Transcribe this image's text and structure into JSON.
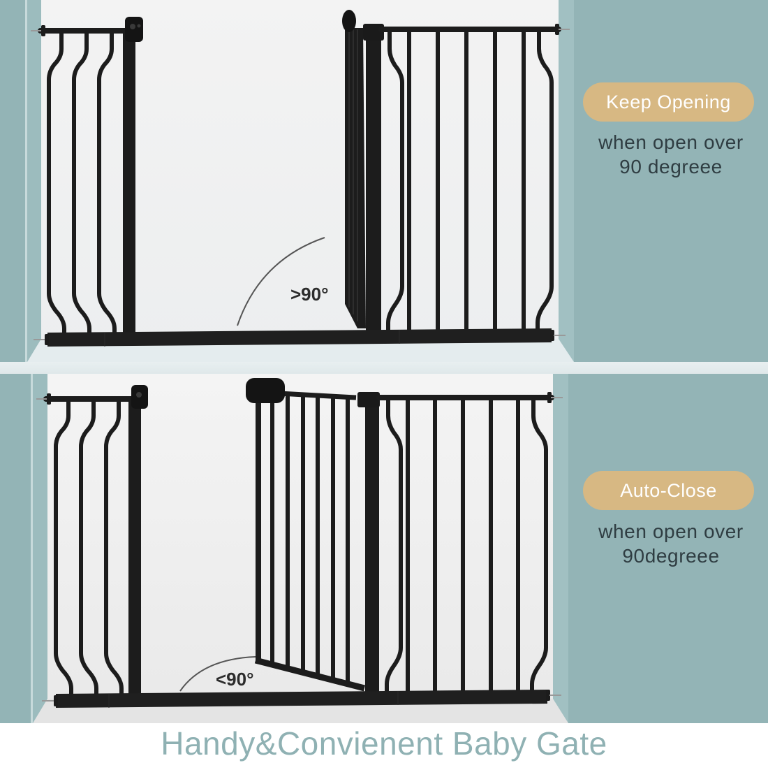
{
  "colors": {
    "wall": "#93b4b6",
    "wall_edge": "#a9c7c9",
    "floor": "#e8eeef",
    "background": "#f2f2f2",
    "gate_metal": "#1c1c1c",
    "badge": "#d7b883",
    "caption_text": "#2f3d42",
    "title_text": "#8fb1b3"
  },
  "panels": [
    {
      "id": "keep-opening",
      "badge": "Keep Opening",
      "caption_line1": "when open over",
      "caption_line2": "90 degreee",
      "angle_label": ">90°"
    },
    {
      "id": "auto-close",
      "badge": "Auto-Close",
      "caption_line1": "when open over",
      "caption_line2": "90degreee",
      "angle_label": "<90°"
    }
  ],
  "footer": {
    "title": "Handy&Convienent Baby Gate"
  }
}
